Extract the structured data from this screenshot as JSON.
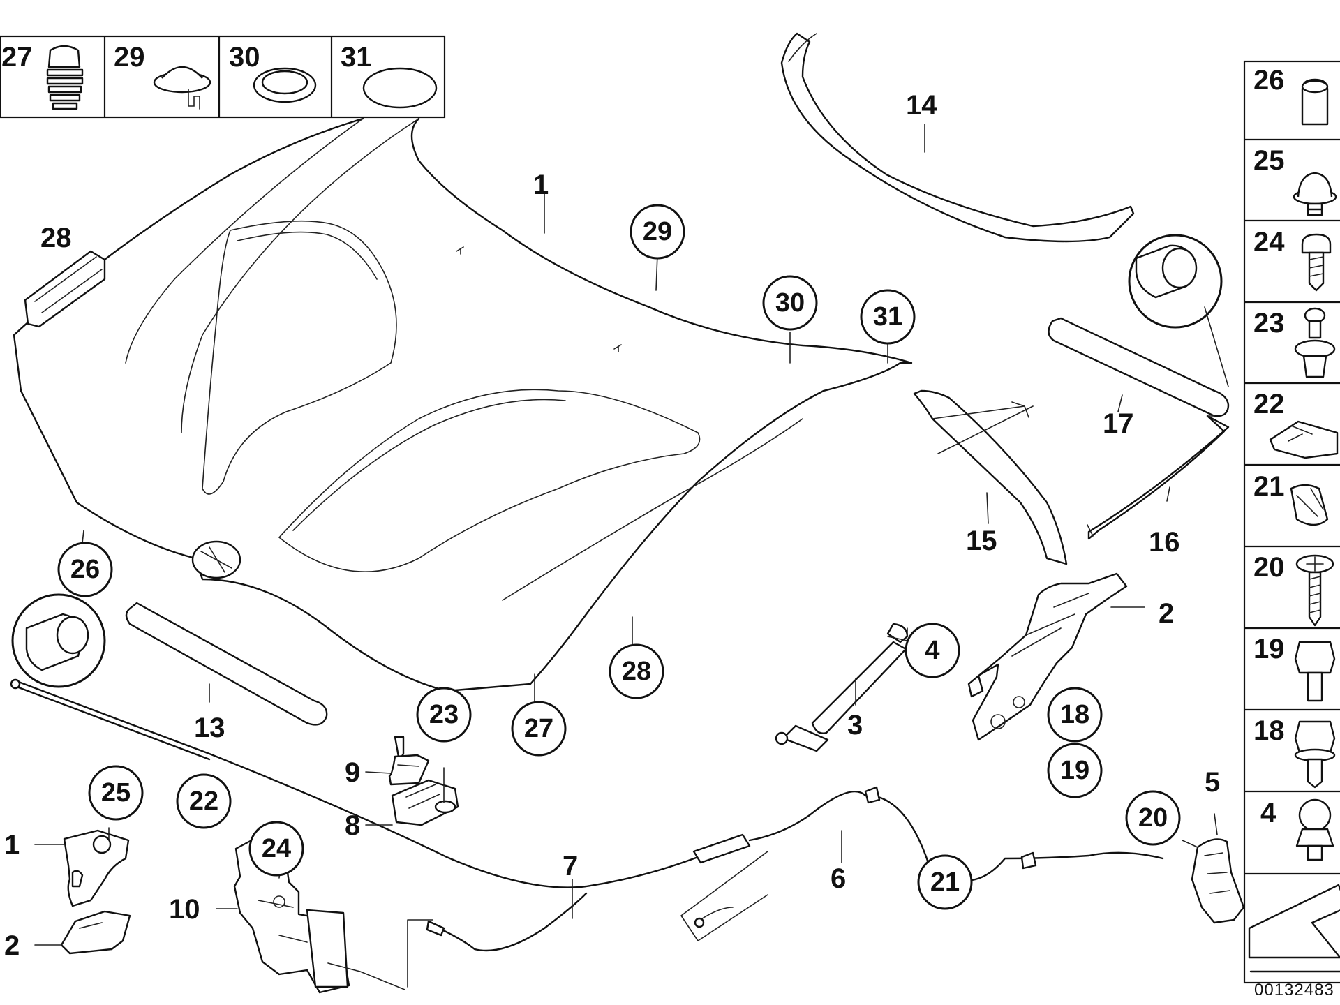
{
  "diagram_code": "00132483",
  "top_legend": [
    {
      "id": "27",
      "label": "27"
    },
    {
      "id": "29",
      "label": "29"
    },
    {
      "id": "30",
      "label": "30"
    },
    {
      "id": "31",
      "label": "31"
    }
  ],
  "side_legend": [
    {
      "id": "26",
      "label": "26"
    },
    {
      "id": "25",
      "label": "25"
    },
    {
      "id": "24",
      "label": "24"
    },
    {
      "id": "23",
      "label": "23"
    },
    {
      "id": "22",
      "label": "22"
    },
    {
      "id": "21",
      "label": "21"
    },
    {
      "id": "20",
      "label": "20"
    },
    {
      "id": "19",
      "label": "19"
    },
    {
      "id": "18",
      "label": "18"
    },
    {
      "id": "4",
      "label": "4"
    }
  ],
  "plain_labels": [
    {
      "id": "p1",
      "text": "1"
    },
    {
      "id": "p14",
      "text": "14"
    },
    {
      "id": "p28",
      "text": "28"
    },
    {
      "id": "p17",
      "text": "17"
    },
    {
      "id": "p15",
      "text": "15"
    },
    {
      "id": "p16",
      "text": "16"
    },
    {
      "id": "p2",
      "text": "2"
    },
    {
      "id": "p13",
      "text": "13"
    },
    {
      "id": "p3",
      "text": "3"
    },
    {
      "id": "p9",
      "text": "9"
    },
    {
      "id": "p8",
      "text": "8"
    },
    {
      "id": "p5",
      "text": "5"
    },
    {
      "id": "p7",
      "text": "7"
    },
    {
      "id": "p6",
      "text": "6"
    },
    {
      "id": "p10",
      "text": "10"
    },
    {
      "id": "p1b",
      "text": "1"
    },
    {
      "id": "p2b",
      "text": "2"
    }
  ],
  "circled_labels": [
    {
      "id": "c29",
      "text": "29"
    },
    {
      "id": "c30",
      "text": "30"
    },
    {
      "id": "c31",
      "text": "31"
    },
    {
      "id": "c26",
      "text": "26"
    },
    {
      "id": "c4",
      "text": "4"
    },
    {
      "id": "c28",
      "text": "28"
    },
    {
      "id": "c27",
      "text": "27"
    },
    {
      "id": "c23",
      "text": "23"
    },
    {
      "id": "c18",
      "text": "18"
    },
    {
      "id": "c19",
      "text": "19"
    },
    {
      "id": "c25",
      "text": "25"
    },
    {
      "id": "c22",
      "text": "22"
    },
    {
      "id": "c24",
      "text": "24"
    },
    {
      "id": "c20",
      "text": "20"
    },
    {
      "id": "c21",
      "text": "21"
    }
  ]
}
